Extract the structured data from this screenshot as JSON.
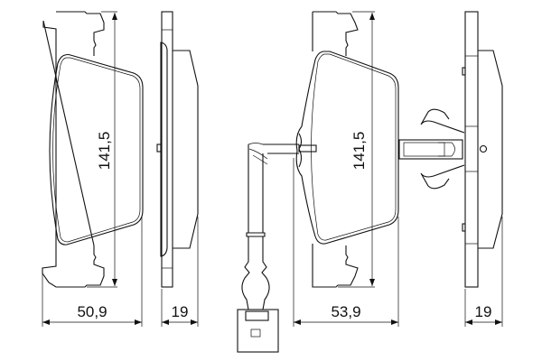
{
  "dimensions": {
    "pad1_height": "141,5",
    "pad1_width": "50,9",
    "pad1_thickness": "19",
    "pad2_height": "141,5",
    "pad2_width": "53,9",
    "pad2_thickness": "19"
  },
  "colors": {
    "line": "#111111",
    "background": "#ffffff"
  }
}
